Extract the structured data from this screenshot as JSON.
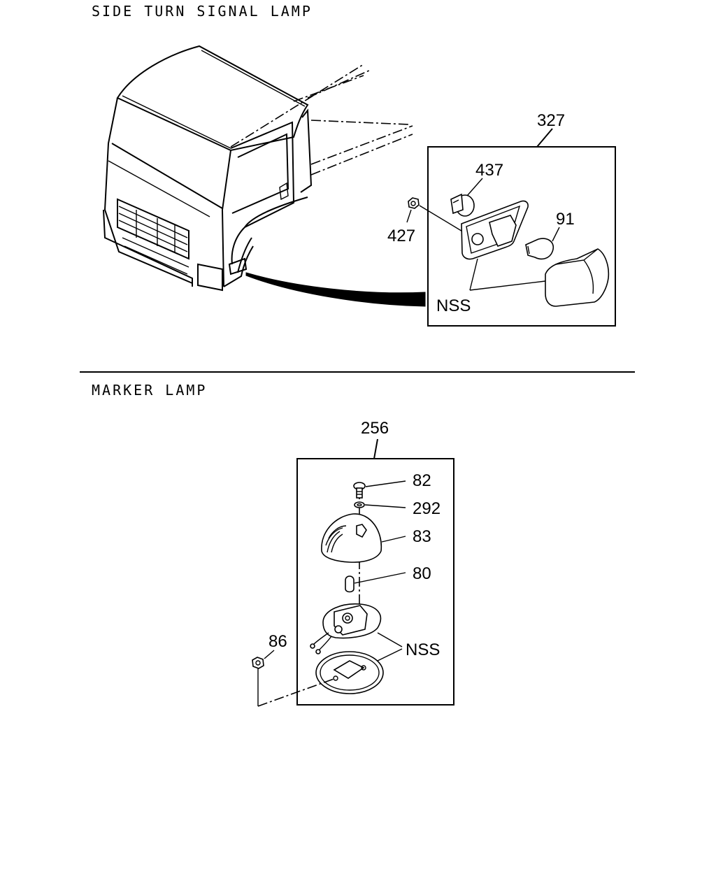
{
  "sections": [
    {
      "title": "SIDE TURN SIGNAL LAMP",
      "callouts": {
        "assembly": "327",
        "socket": "437",
        "nut": "427",
        "bulb": "91",
        "nss": "NSS"
      }
    },
    {
      "title": "MARKER LAMP",
      "callouts": {
        "assembly": "256",
        "screw": "82",
        "washer": "292",
        "lens": "83",
        "bulb": "80",
        "nut": "86",
        "nss": "NSS"
      }
    }
  ]
}
